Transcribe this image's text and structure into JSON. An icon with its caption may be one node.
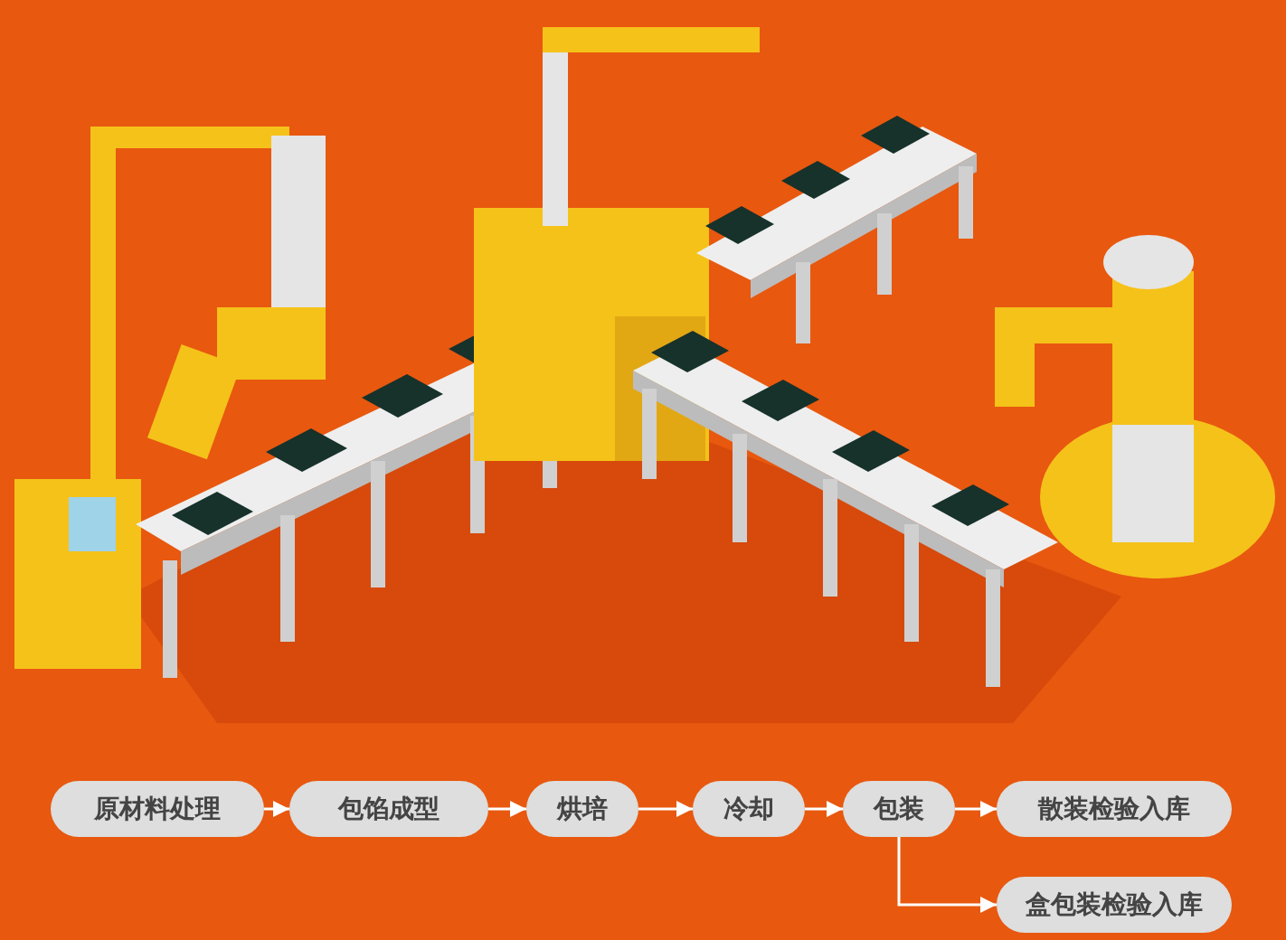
{
  "diagram": {
    "nodes": [
      {
        "text": [
          "原材料处理"
        ]
      },
      {
        "text": [
          "包馅成型"
        ]
      },
      {
        "text": [
          "烘培"
        ]
      },
      {
        "text": [
          "冷却"
        ]
      },
      {
        "text": [
          "包装"
        ]
      },
      {
        "text": [
          "散装检验入库"
        ]
      },
      {
        "text": [
          "盒包装检验入库"
        ]
      }
    ],
    "edges": [
      {
        "from": 0,
        "to": 1,
        "arrow": "to"
      },
      {
        "from": 1,
        "to": 2,
        "arrow": "to"
      },
      {
        "from": 2,
        "to": 3,
        "arrow": "to"
      },
      {
        "from": 3,
        "to": 4,
        "arrow": "to"
      },
      {
        "from": 4,
        "to": 5,
        "arrow": "to"
      },
      {
        "from": 4,
        "to": 6,
        "arrow": "to"
      }
    ]
  }
}
